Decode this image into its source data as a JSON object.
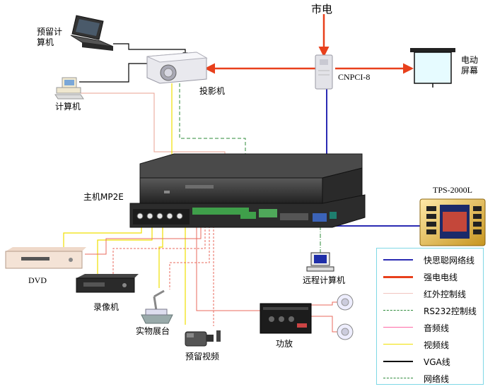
{
  "labels": {
    "mains": "市电",
    "reserved_pc": "预留计\n算机",
    "computer": "计算机",
    "projector": "投影机",
    "cnpci": "CNPCI-8",
    "screen": "电动\n屏幕",
    "host": "主机MP2E",
    "tps": "TPS-2000L",
    "remote_pc": "远程计算机",
    "dvd": "DVD",
    "vcr": "录像机",
    "visualizer": "实物展台",
    "reserved_video": "预留视频",
    "amplifier": "功放"
  },
  "legend": [
    {
      "label": "快思聪网络线",
      "color": "#2b2bb3",
      "style": "solid",
      "width": 2
    },
    {
      "label": "强电电线",
      "color": "#e8401c",
      "style": "solid",
      "width": 3
    },
    {
      "label": "红外控制线",
      "color": "#f2c4c0",
      "style": "solid",
      "width": 1
    },
    {
      "label": "RS232控制线",
      "color": "#2e8b3a",
      "style": "dashed",
      "width": 1
    },
    {
      "label": "音频线",
      "color": "#ff6aa6",
      "style": "solid",
      "width": 1
    },
    {
      "label": "视频线",
      "color": "#f0e000",
      "style": "solid",
      "width": 1
    },
    {
      "label": "VGA线",
      "color": "#000000",
      "style": "solid",
      "width": 2
    },
    {
      "label": "网络线",
      "color": "#2e8b3a",
      "style": "dashdot",
      "width": 1
    }
  ]
}
